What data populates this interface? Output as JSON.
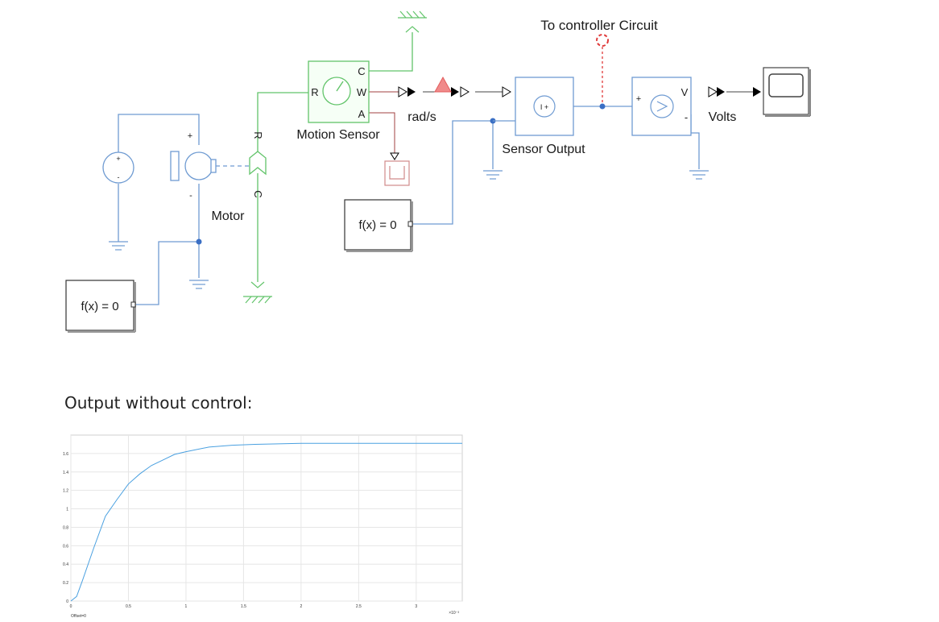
{
  "colors": {
    "electric": "#6f9bd2",
    "mechanical": "#62c46a",
    "signal": "#000000",
    "dashed_link": "#e03a3a",
    "plot_line": "#4aa0e0",
    "grid": "#e6e6e6"
  },
  "diagram": {
    "motion_sensor": {
      "label": "Motion Sensor",
      "port_r": "R",
      "port_c": "C",
      "port_w": "W",
      "port_a": "A"
    },
    "motor": {
      "label": "Motor",
      "plus": "+",
      "minus": "-"
    },
    "rotational_ref": {
      "port_r": "R",
      "port_c": "C"
    },
    "signal_unit": "rad/s",
    "sensor_output_label": "Sensor Output",
    "controller_link_label": "To controller Circuit",
    "volts_label": "Volts",
    "voltage_sensor": {
      "port_v": "V",
      "plus": "+",
      "minus": "-"
    },
    "source_plus": "+",
    "source_minus": "-",
    "current_source_text": "I +",
    "solver_blocks": [
      "f(x) = 0",
      "f(x) = 0"
    ]
  },
  "chart_caption": "Output without control:",
  "chart_data": {
    "type": "line",
    "x": [
      0,
      0.05,
      0.1,
      0.2,
      0.3,
      0.4,
      0.5,
      0.6,
      0.7,
      0.8,
      0.9,
      1.0,
      1.2,
      1.4,
      1.6,
      1.8,
      2.0,
      2.2,
      2.5,
      3.0,
      3.4
    ],
    "y": [
      0,
      0.05,
      0.22,
      0.58,
      0.92,
      1.1,
      1.27,
      1.38,
      1.47,
      1.53,
      1.59,
      1.62,
      1.67,
      1.69,
      1.7,
      1.705,
      1.71,
      1.71,
      1.71,
      1.71,
      1.71
    ],
    "xlim": [
      0,
      3.4
    ],
    "ylim": [
      0,
      1.8
    ],
    "x_ticks": [
      "0",
      "0.5",
      "1",
      "1.5",
      "2",
      "2.5",
      "3"
    ],
    "y_ticks": [
      "0",
      "0.2",
      "0.4",
      "0.6",
      "0.8",
      "1",
      "1.2",
      "1.4",
      "1.6"
    ],
    "x_exponent": "×10⁻³",
    "xlabel": "Offset=0",
    "grid": true
  }
}
